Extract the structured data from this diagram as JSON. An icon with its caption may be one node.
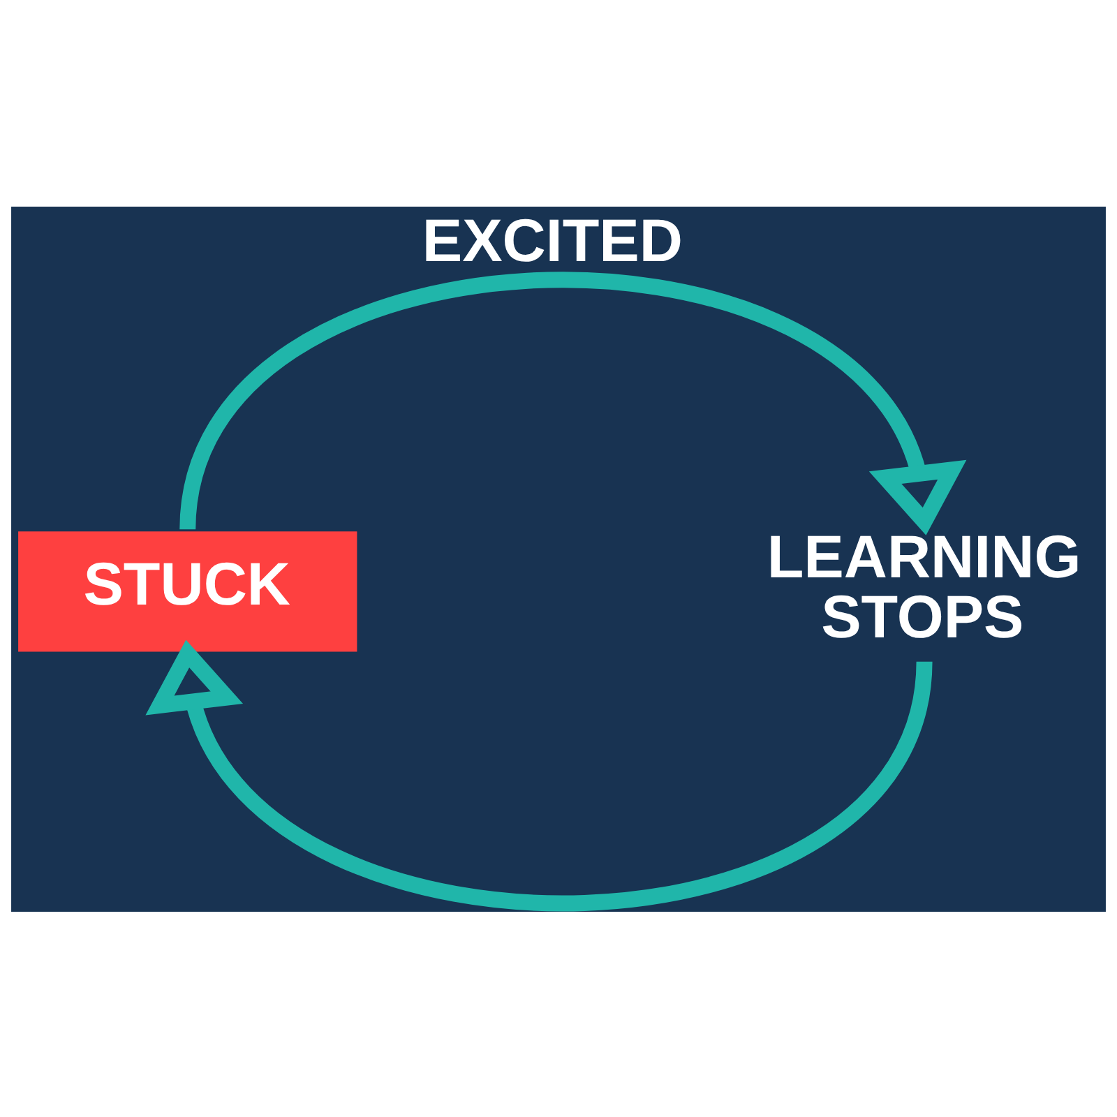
{
  "diagram": {
    "nodes": [
      {
        "text": [
          "STUCK"
        ]
      },
      {
        "text": [
          "LEARNING STOPS"
        ]
      }
    ],
    "edges": [
      {
        "from": 0,
        "to": 1,
        "arrow": "to",
        "label": "EXCITED"
      },
      {
        "from": 1,
        "to": 0,
        "arrow": "to"
      }
    ]
  }
}
